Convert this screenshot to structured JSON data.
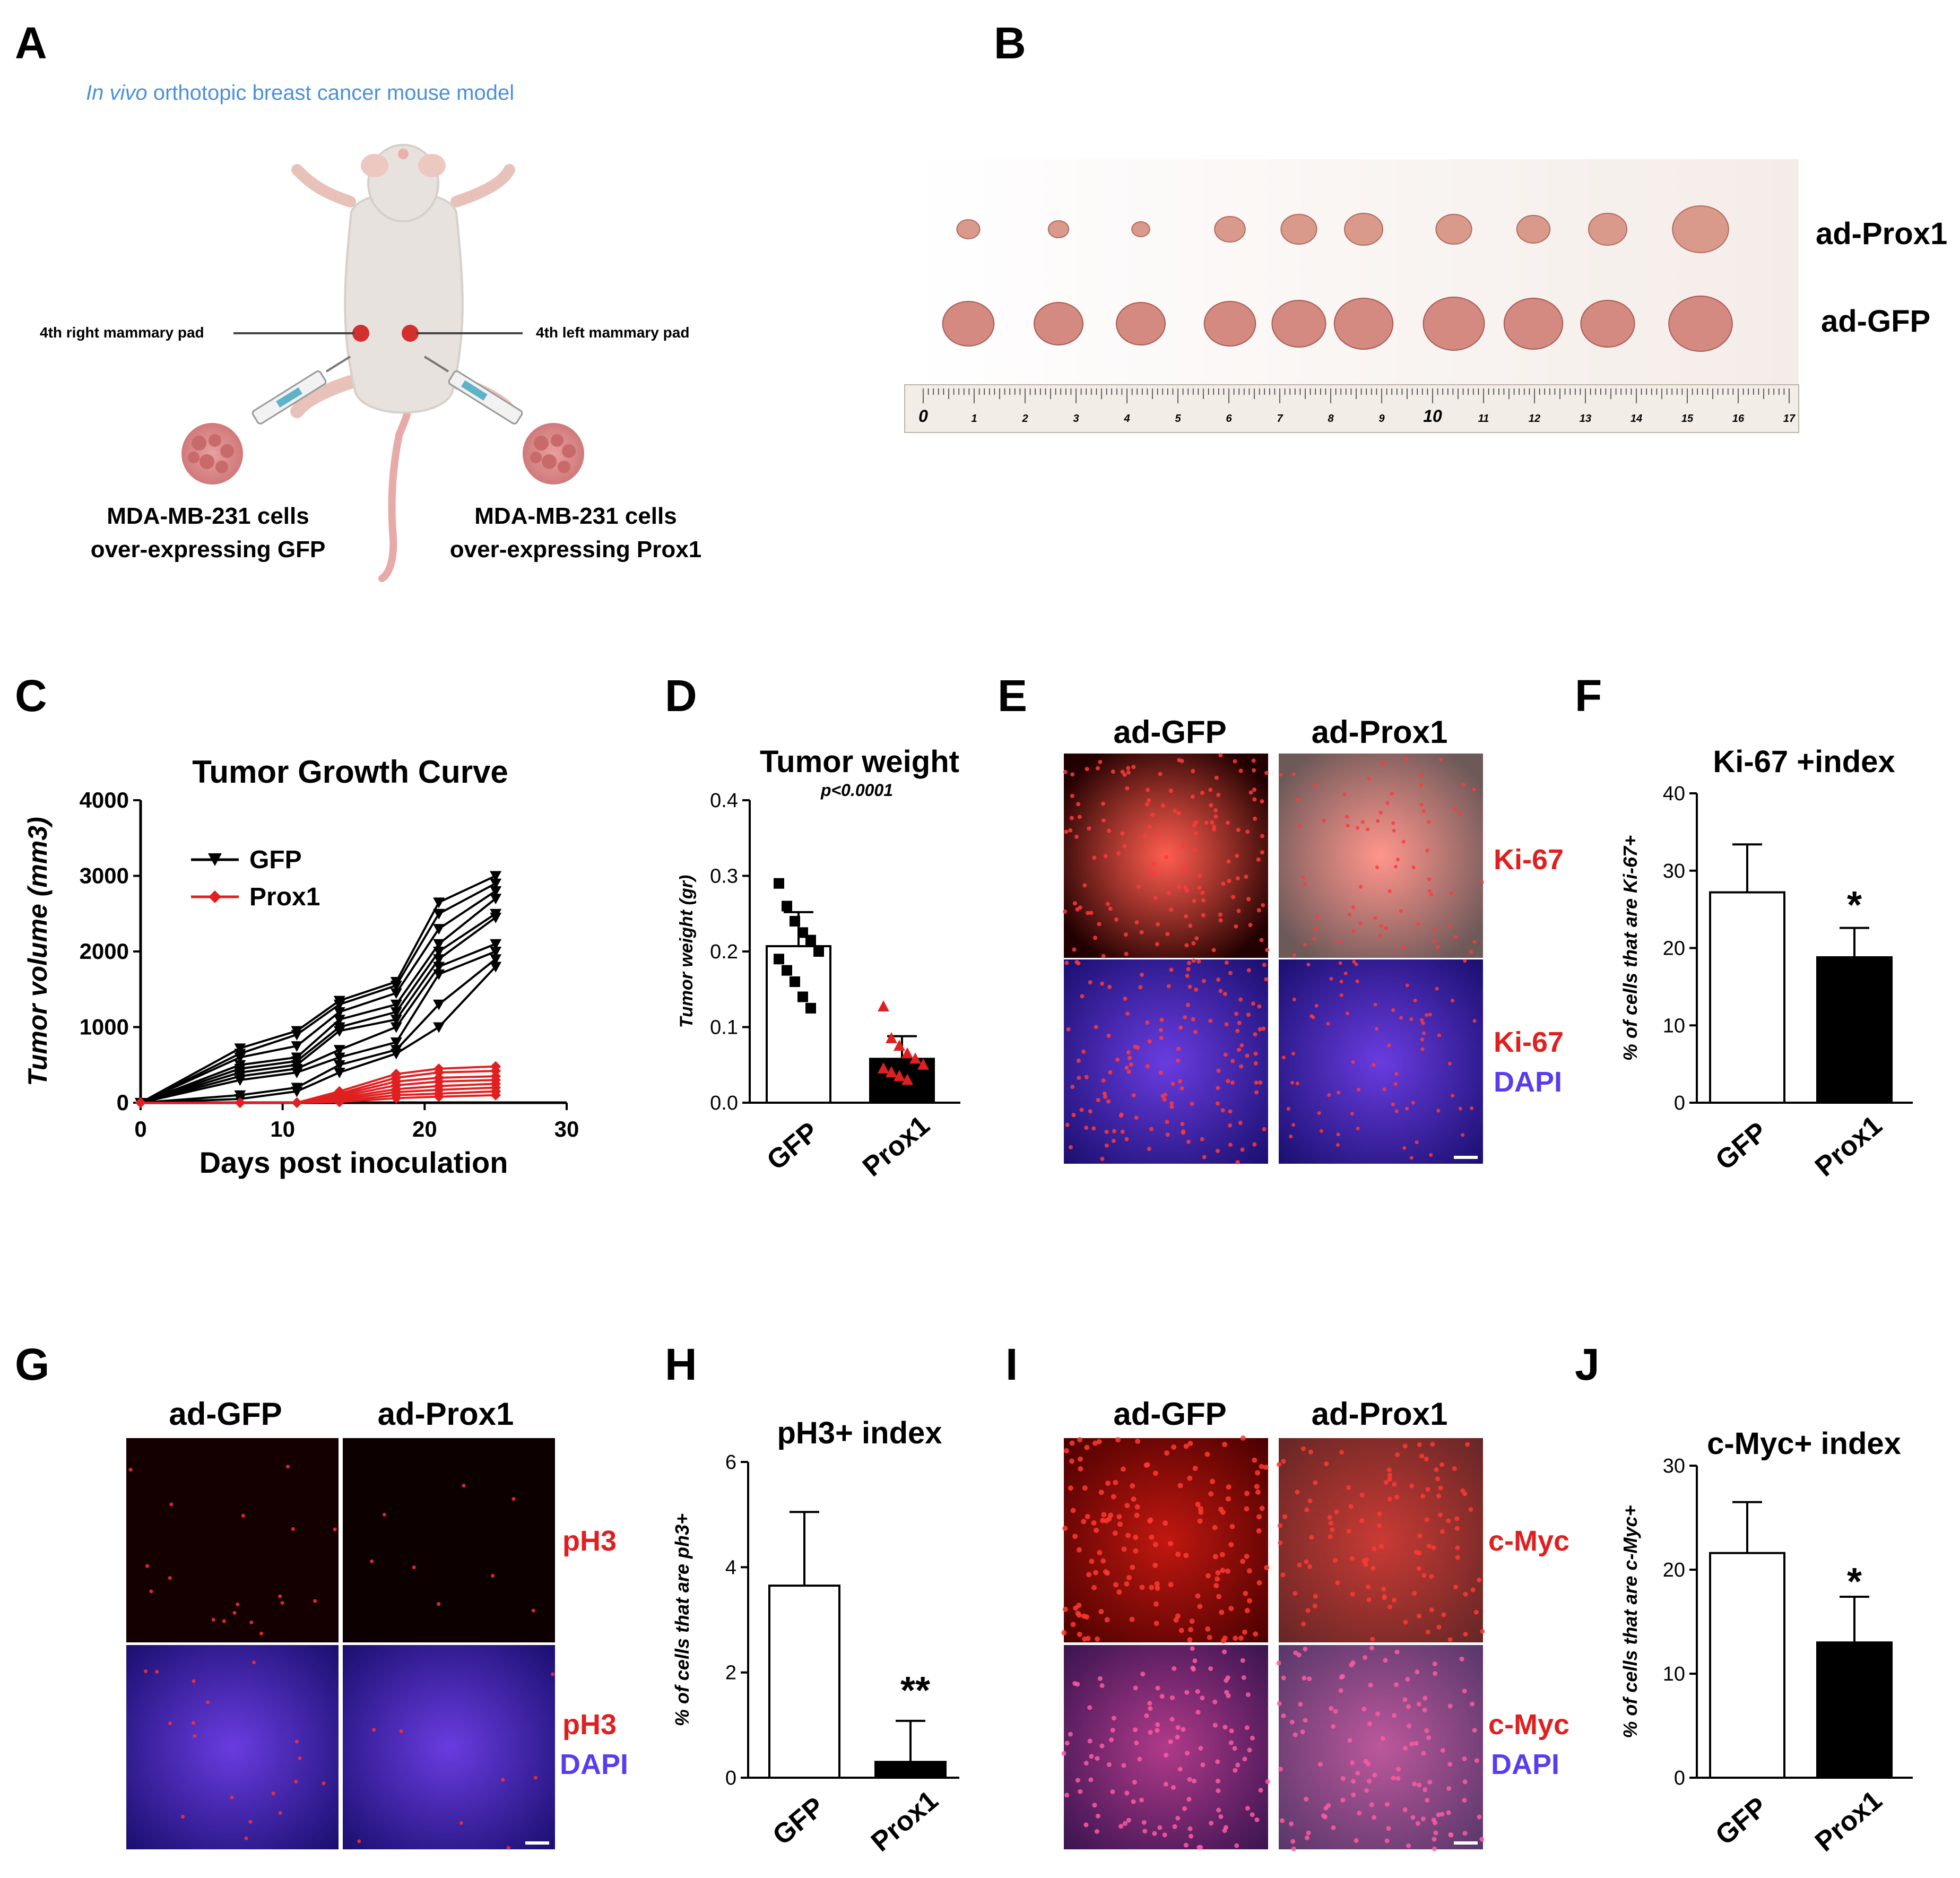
{
  "panels": {
    "A": {
      "letter": "A",
      "title_italic": "In vivo",
      "title_rest": " orthotopic breast cancer mouse model",
      "label_right_pad": "4th right mammary pad",
      "label_left_pad": "4th left mammary pad",
      "cells_gfp_line1": "MDA-MB-231 cells",
      "cells_gfp_line2": "over-expressing GFP",
      "cells_prox1_line1": "MDA-MB-231 cells",
      "cells_prox1_line2": "over-expressing Prox1"
    },
    "B": {
      "letter": "B",
      "row1_label": "ad-Prox1",
      "row2_label": "ad-GFP",
      "ruler_numbers": [
        "0",
        "1",
        "2",
        "3",
        "4",
        "5",
        "6",
        "7",
        "8",
        "9",
        "10",
        "11",
        "12",
        "13",
        "14",
        "15",
        "16",
        "17"
      ]
    },
    "C": {
      "letter": "C"
    },
    "D": {
      "letter": "D",
      "pvalue": "p<0.0001"
    },
    "E": {
      "letter": "E",
      "col1": "ad-GFP",
      "col2": "ad-Prox1",
      "stain_top": "Ki-67",
      "stain_bottom_1": "Ki-67",
      "stain_bottom_2": "DAPI"
    },
    "F": {
      "letter": "F",
      "sig": "*"
    },
    "G": {
      "letter": "G",
      "col1": "ad-GFP",
      "col2": "ad-Prox1",
      "stain_top": "pH3",
      "stain_bottom_1": "pH3",
      "stain_bottom_2": "DAPI"
    },
    "H": {
      "letter": "H",
      "sig": "**"
    },
    "I": {
      "letter": "I",
      "col1": "ad-GFP",
      "col2": "ad-Prox1",
      "stain_top": "c-Myc",
      "stain_bottom_1": "c-Myc",
      "stain_bottom_2": "DAPI"
    },
    "J": {
      "letter": "J",
      "sig": "*"
    }
  },
  "colors": {
    "red_label": "#e02020",
    "blue_label": "#5a3cf0",
    "prox1_series": "#e02020",
    "gfp_series": "#000000",
    "title_A": "#4a90d9"
  },
  "chart_data": [
    {
      "id": "C",
      "type": "line",
      "title": "Tumor Growth Curve",
      "xlabel": "Days post inoculation",
      "ylabel": "Tumor volume (mm3)",
      "xlim": [
        0,
        30
      ],
      "ylim": [
        0,
        4000
      ],
      "xticks": [
        "0",
        "10",
        "20",
        "30"
      ],
      "yticks": [
        "0",
        "1000",
        "2000",
        "3000",
        "4000"
      ],
      "legend": [
        {
          "name": "GFP",
          "color": "#000000"
        },
        {
          "name": "Prox1",
          "color": "#e02020"
        }
      ],
      "x": [
        0,
        7,
        11,
        14,
        18,
        21,
        25
      ],
      "series": [
        {
          "name": "GFP",
          "values": [
            0,
            720,
            950,
            1350,
            1600,
            2650,
            3000
          ]
        },
        {
          "name": "GFP",
          "values": [
            0,
            650,
            900,
            1300,
            1550,
            2500,
            2900
          ]
        },
        {
          "name": "GFP",
          "values": [
            0,
            600,
            750,
            1200,
            1450,
            2300,
            2800
          ]
        },
        {
          "name": "GFP",
          "values": [
            0,
            500,
            600,
            1100,
            1300,
            2100,
            2700
          ]
        },
        {
          "name": "GFP",
          "values": [
            0,
            450,
            550,
            1000,
            1200,
            2000,
            2500
          ]
        },
        {
          "name": "GFP",
          "values": [
            0,
            400,
            500,
            950,
            1100,
            1900,
            2450
          ]
        },
        {
          "name": "GFP",
          "values": [
            0,
            350,
            450,
            700,
            1000,
            1800,
            2100
          ]
        },
        {
          "name": "GFP",
          "values": [
            0,
            300,
            400,
            600,
            800,
            1700,
            2000
          ]
        },
        {
          "name": "GFP",
          "values": [
            0,
            100,
            200,
            500,
            700,
            1300,
            1900
          ]
        },
        {
          "name": "GFP",
          "values": [
            0,
            50,
            150,
            400,
            650,
            1000,
            1800
          ]
        },
        {
          "name": "Prox1",
          "values": [
            0,
            0,
            0,
            150,
            380,
            450,
            480
          ]
        },
        {
          "name": "Prox1",
          "values": [
            0,
            0,
            0,
            120,
            330,
            400,
            420
          ]
        },
        {
          "name": "Prox1",
          "values": [
            0,
            0,
            0,
            100,
            280,
            330,
            350
          ]
        },
        {
          "name": "Prox1",
          "values": [
            0,
            0,
            0,
            80,
            230,
            280,
            300
          ]
        },
        {
          "name": "Prox1",
          "values": [
            0,
            0,
            0,
            60,
            180,
            220,
            250
          ]
        },
        {
          "name": "Prox1",
          "values": [
            0,
            0,
            0,
            40,
            140,
            170,
            200
          ]
        },
        {
          "name": "Prox1",
          "values": [
            0,
            0,
            0,
            20,
            100,
            120,
            150
          ]
        },
        {
          "name": "Prox1",
          "values": [
            0,
            0,
            0,
            10,
            60,
            80,
            100
          ]
        }
      ]
    },
    {
      "id": "D",
      "type": "bar",
      "title": "Tumor weight",
      "ylabel": "Tumor weight (gr)",
      "ylim": [
        0,
        0.4
      ],
      "yticks": [
        "0.0",
        "0.1",
        "0.2",
        "0.3",
        "0.4"
      ],
      "categories": [
        "GFP",
        "Prox1"
      ],
      "values": [
        0.207,
        0.058
      ],
      "errors": [
        0.045,
        0.03
      ],
      "points": [
        [
          0.29,
          0.26,
          0.24,
          0.225,
          0.215,
          0.2,
          0.19,
          0.175,
          0.16,
          0.14,
          0.125
        ],
        [
          0.127,
          0.085,
          0.075,
          0.065,
          0.058,
          0.05,
          0.045,
          0.04,
          0.035,
          0.03
        ]
      ]
    },
    {
      "id": "F",
      "type": "bar",
      "title": "Ki-67 +index",
      "ylabel": "% of cells that are Ki-67+",
      "ylim": [
        0,
        40
      ],
      "yticks": [
        "0",
        "10",
        "20",
        "30",
        "40"
      ],
      "categories": [
        "GFP",
        "Prox1"
      ],
      "values": [
        27.2,
        18.8
      ],
      "errors": [
        6.2,
        3.8
      ]
    },
    {
      "id": "H",
      "type": "bar",
      "title": "pH3+ index",
      "ylabel": "% of cells that are ph3+",
      "ylim": [
        0,
        6
      ],
      "yticks": [
        "0",
        "2",
        "4",
        "6"
      ],
      "categories": [
        "GFP",
        "Prox1"
      ],
      "values": [
        3.65,
        0.3
      ],
      "errors": [
        1.4,
        0.78
      ]
    },
    {
      "id": "J",
      "type": "bar",
      "title": "c-Myc+ index",
      "ylabel": "% of cells that are c-Myc+",
      "ylim": [
        0,
        30
      ],
      "yticks": [
        "0",
        "10",
        "20",
        "30"
      ],
      "categories": [
        "GFP",
        "Prox1"
      ],
      "values": [
        21.6,
        13.0
      ],
      "errors": [
        4.9,
        4.4
      ]
    }
  ]
}
